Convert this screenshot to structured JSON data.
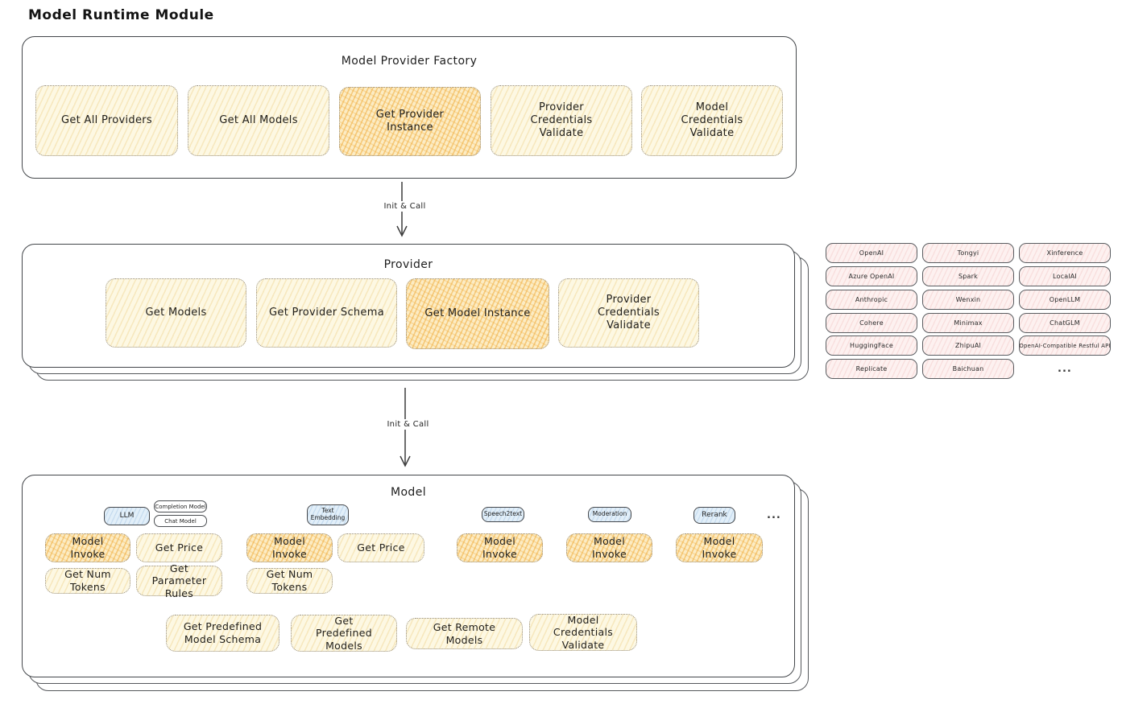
{
  "page": {
    "title": "Model Runtime Module"
  },
  "colors": {
    "node_light_fill": "#fdf8e3",
    "node_highlight_fill": "#fcecc4",
    "node_hatch": "#eaa834",
    "provider_card_fill": "#fdf1f0",
    "provider_card_hatch": "#e08080",
    "tag_blue_fill": "#e2eff9",
    "frame_border": "#43464a",
    "text": "#1e1e1e"
  },
  "flow": {
    "arrow1_label": "Init & Call",
    "arrow2_label": "Init & Call"
  },
  "factory": {
    "title": "Model Provider Factory",
    "buttons": [
      "Get All Providers",
      "Get All Models",
      "Get Provider Instance",
      "Provider Credentials Validate",
      "Model Credentials Validate"
    ]
  },
  "provider": {
    "title": "Provider",
    "buttons": [
      "Get Models",
      "Get Provider Schema",
      "Get Model Instance",
      "Provider Credentials Validate"
    ]
  },
  "providers_grid": {
    "items": [
      "OpenAI",
      "Tongyi",
      "Xinference",
      "Azure OpenAI",
      "Spark",
      "LocalAI",
      "Anthropic",
      "Wenxin",
      "OpenLLM",
      "Cohere",
      "Minimax",
      "ChatGLM",
      "HuggingFace",
      "ZhipuAI",
      "OpenAI-Compatible Restful API",
      "Replicate",
      "Baichuan"
    ],
    "more_label": "..."
  },
  "model": {
    "title": "Model",
    "tags": {
      "llm": "LLM",
      "completion": "Completion Model",
      "chat": "Chat Model",
      "text_embedding": "Text Embedding",
      "speech2text": "Speech2text",
      "moderation": "Moderation",
      "rerank": "Rerank",
      "more": "..."
    },
    "row1": [
      "Model Invoke",
      "Get Price",
      "Model Invoke",
      "Get Price",
      "Model Invoke",
      "Model Invoke",
      "Model Invoke"
    ],
    "row2": [
      "Get Num Tokens",
      "Get Parameter Rules",
      "Get Num Tokens"
    ],
    "row3": [
      "Get Predefined Model Schema",
      "Get Predefined Models",
      "Get Remote Models",
      "Model Credentials Validate"
    ]
  }
}
